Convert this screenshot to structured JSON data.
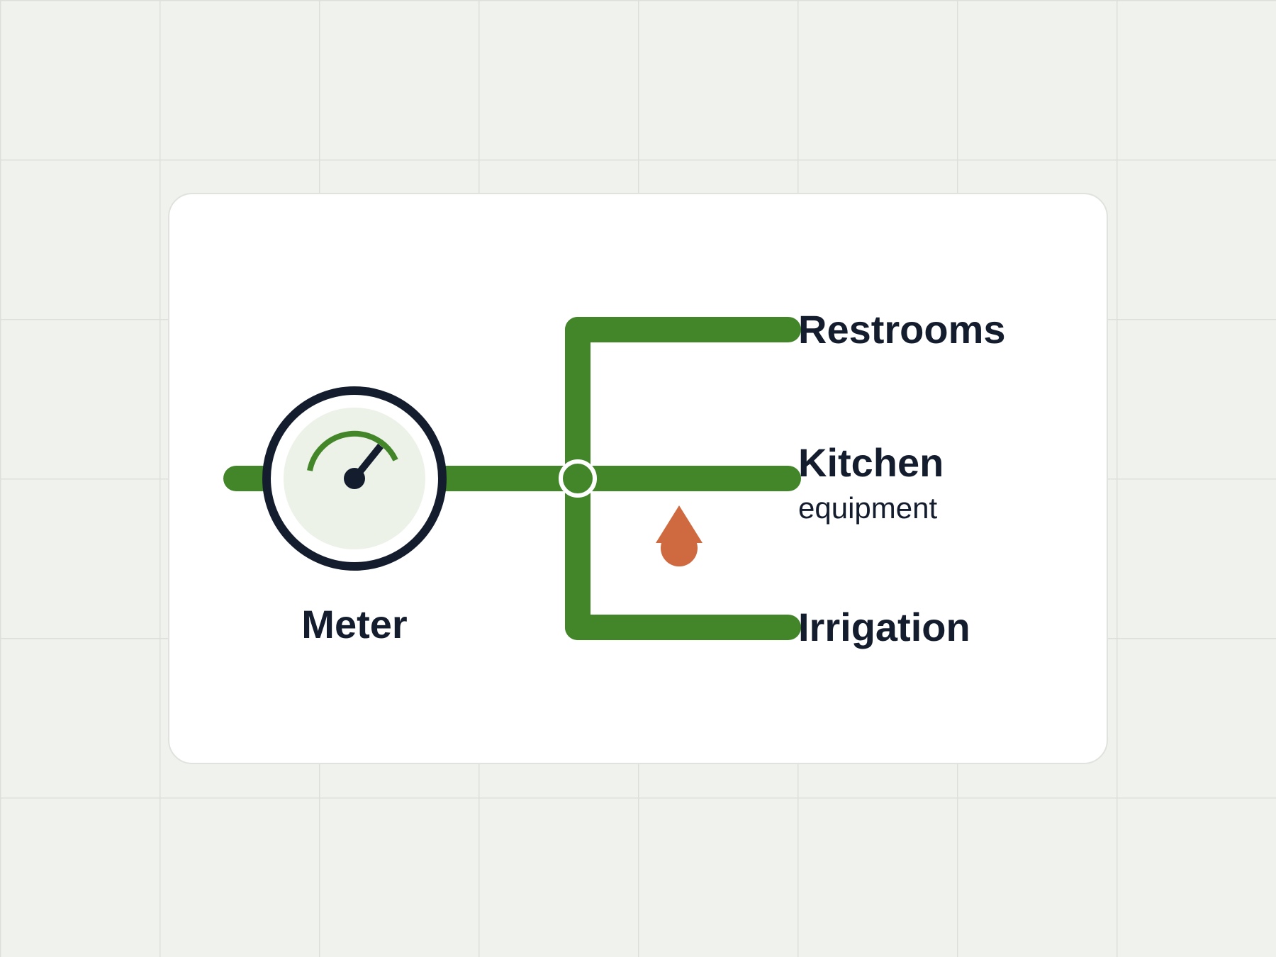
{
  "diagram": {
    "meter": {
      "label": "Meter"
    },
    "branches": [
      {
        "id": "restrooms",
        "label": "Restrooms",
        "sublabel": ""
      },
      {
        "id": "kitchen",
        "label": "Kitchen",
        "sublabel": "equipment"
      },
      {
        "id": "irrigation",
        "label": "Irrigation",
        "sublabel": ""
      }
    ],
    "colors": {
      "pipe": "#43862a",
      "meter_ring": "#141d2e",
      "meter_face": "#ecf2e8",
      "drop": "#cf6a40",
      "text": "#141d2e"
    },
    "icons": [
      "gauge-icon",
      "water-drop-icon"
    ]
  }
}
